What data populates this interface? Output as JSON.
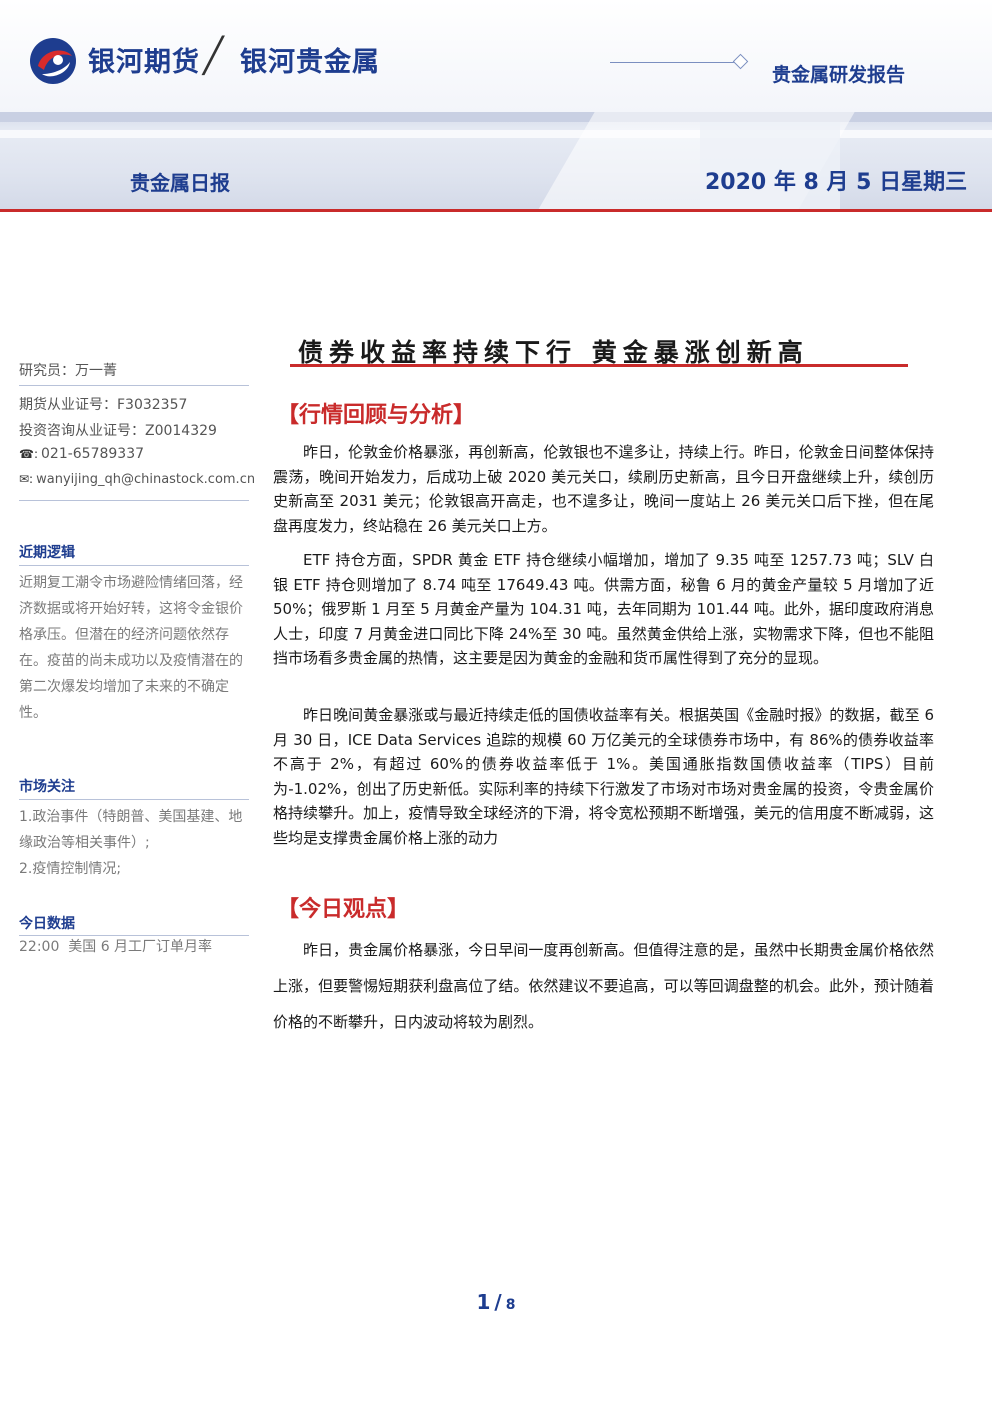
{
  "header": {
    "brand_primary": "银河期货",
    "brand_secondary": "银河贵金属",
    "report_type": "贵金属研发报告",
    "report_series": "贵金属日报",
    "date": "2020 年 8 月 5 日星期三"
  },
  "headline": "债券收益率持续下行  黄金暴涨创新高",
  "sidebar": {
    "analyst": "研究员：万一菁",
    "futures_cert": "期货从业证号：F3032357",
    "consult_cert": "投资咨询从业证号：Z0014329",
    "phone": "021-65789337",
    "email": "wanyijing_qh@chinastock.com.cn",
    "logic_title": "近期逻辑",
    "logic_text": "近期复工潮令市场避险情绪回落，经济数据或将开始好转，这将令金银价格承压。但潜在的经济问题依然存在。疫苗的尚未成功以及疫情潜在的第二次爆发均增加了未来的不确定性。",
    "focus_title": "市场关注",
    "focus_item1": "1.政治事件（特朗普、美国基建、地缘政治等相关事件）;",
    "focus_item2": "2.疫情控制情况;",
    "data_title": "今日数据",
    "data_item": "22:00  美国 6 月工厂订单月率",
    "icons": {
      "phone": "phone-icon",
      "email": "envelope-icon"
    }
  },
  "main": {
    "section1_title": "【行情回顾与分析】",
    "p1": "昨日，伦敦金价格暴涨，再创新高，伦敦银也不遑多让，持续上行。昨日，伦敦金日间整体保持震荡，晚间开始发力，后成功上破 2020 美元关口，续刷历史新高，且今日开盘继续上升，续创历史新高至 2031 美元；伦敦银高开高走，也不遑多让，晚间一度站上 26 美元关口后下挫，但在尾盘再度发力，终站稳在 26 美元关口上方。",
    "p2": "ETF 持仓方面，SPDR 黄金 ETF 持仓继续小幅增加，增加了 9.35 吨至 1257.73 吨；SLV 白银 ETF 持仓则增加了 8.74 吨至 17649.43 吨。供需方面，秘鲁 6 月的黄金产量较 5 月增加了近 50%；俄罗斯 1 月至 5 月黄金产量为 104.31 吨，去年同期为 101.44 吨。此外，据印度政府消息人士，印度 7 月黄金进口同比下降 24%至 30 吨。虽然黄金供给上涨，实物需求下降，但也不能阻挡市场看多贵金属的热情，这主要是因为黄金的金融和货币属性得到了充分的显现。",
    "p3": "昨日晚间黄金暴涨或与最近持续走低的国债收益率有关。根据英国《金融时报》的数据，截至 6 月 30 日，ICE Data Services 追踪的规模 60 万亿美元的全球债券市场中，有 86%的债券收益率不高于 2%，有超过 60%的债券收益率低于 1%。美国通胀指数国债收益率（TIPS）目前为-1.02%，创出了历史新低。实际利率的持续下行激发了市场对市场对贵金属的投资，令贵金属价格持续攀升。加上，疫情导致全球经济的下滑，将令宽松预期不断增强，美元的信用度不断减弱，这些均是支撑贵金属价格上涨的动力",
    "section2_title": "【今日观点】",
    "p4": "昨日，贵金属价格暴涨，今日早间一度再创新高。但值得注意的是，虽然中长期贵金属价格依然上涨，但要警惕短期获利盘高位了结。依然建议不要追高，可以等回调盘整的机会。此外，预计随着价格的不断攀升，日内波动将较为剧烈。"
  },
  "footer": {
    "page_current": "1",
    "page_sep": "/",
    "page_total": "8"
  },
  "colors": {
    "brand_blue": "#1e3d8f",
    "accent_red": "#c92b2b"
  }
}
